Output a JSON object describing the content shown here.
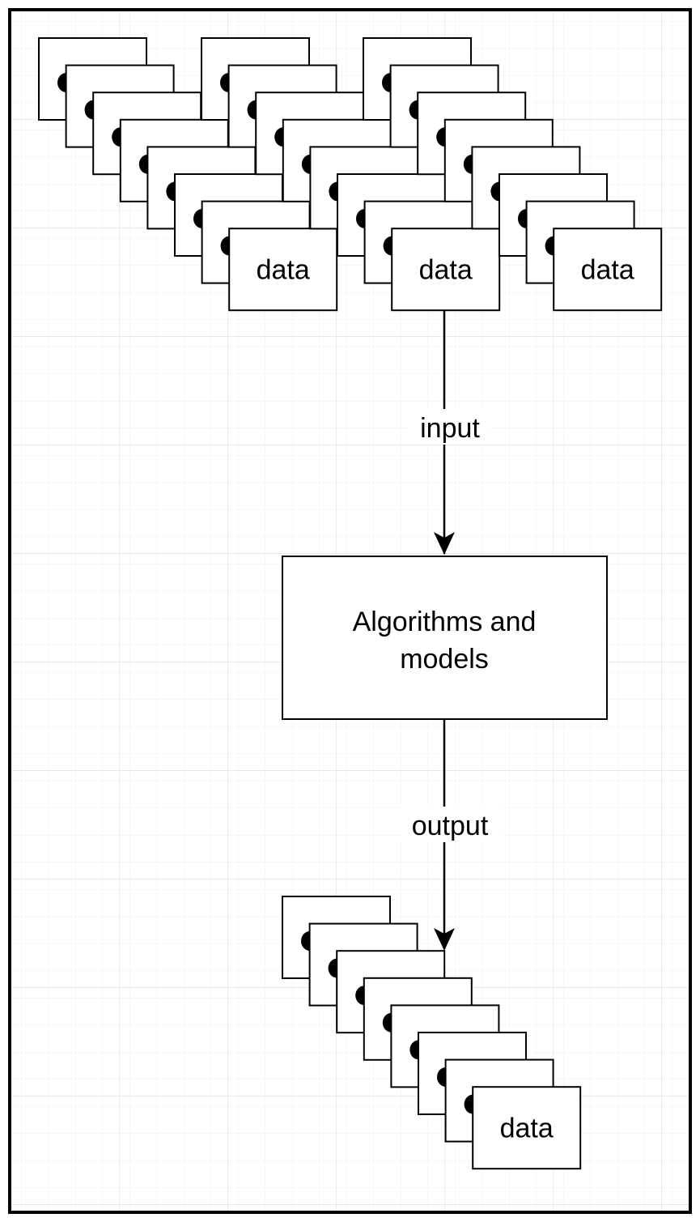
{
  "diagram": {
    "input_stacks": [
      {
        "card_count": 8,
        "label": "data"
      },
      {
        "card_count": 8,
        "label": "data"
      },
      {
        "card_count": 8,
        "label": "data"
      }
    ],
    "input_edge": {
      "label": "input"
    },
    "process_node": {
      "line1": "Algorithms and",
      "line2": "models"
    },
    "output_edge": {
      "label": "output"
    },
    "output_stack": {
      "card_count": 8,
      "label": "data"
    },
    "colors": {
      "background": "#ffffff",
      "grid": "#e6e6e6",
      "stroke": "#000000",
      "card_fill": "#ffffff"
    }
  }
}
